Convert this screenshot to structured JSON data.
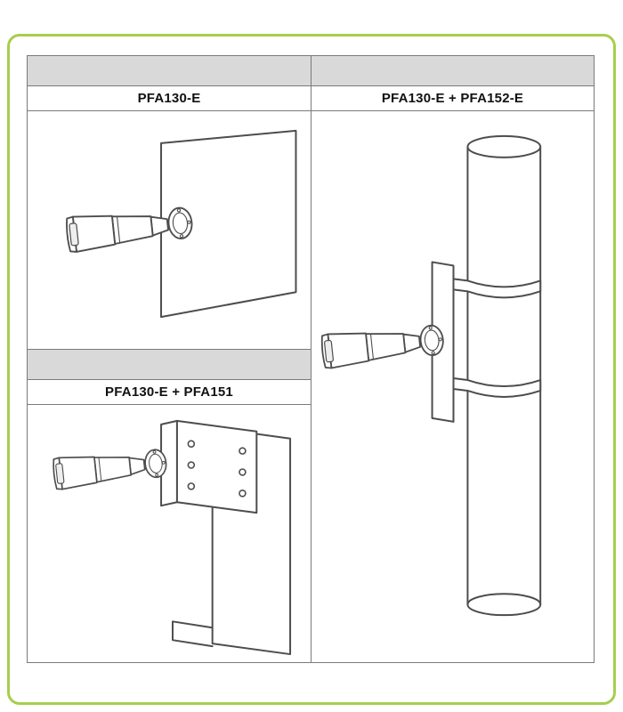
{
  "image": {
    "description": "Camera bracket mounting options diagram",
    "frame_color": "#a6ce4e",
    "header_bar_color": "#d9d9d9",
    "line_color": "#4d4d4d",
    "table_border_color": "#7a7a7a"
  },
  "panels": [
    {
      "id": "wall-mount",
      "title": "PFA130-E",
      "illustration": "bullet-camera-wall-mount-drawing"
    },
    {
      "id": "pole-mount",
      "title": "PFA130-E + PFA152-E",
      "illustration": "bullet-camera-pole-mount-drawing"
    },
    {
      "id": "corner-mount",
      "title": "PFA130-E + PFA151",
      "illustration": "bullet-camera-corner-mount-drawing"
    }
  ]
}
